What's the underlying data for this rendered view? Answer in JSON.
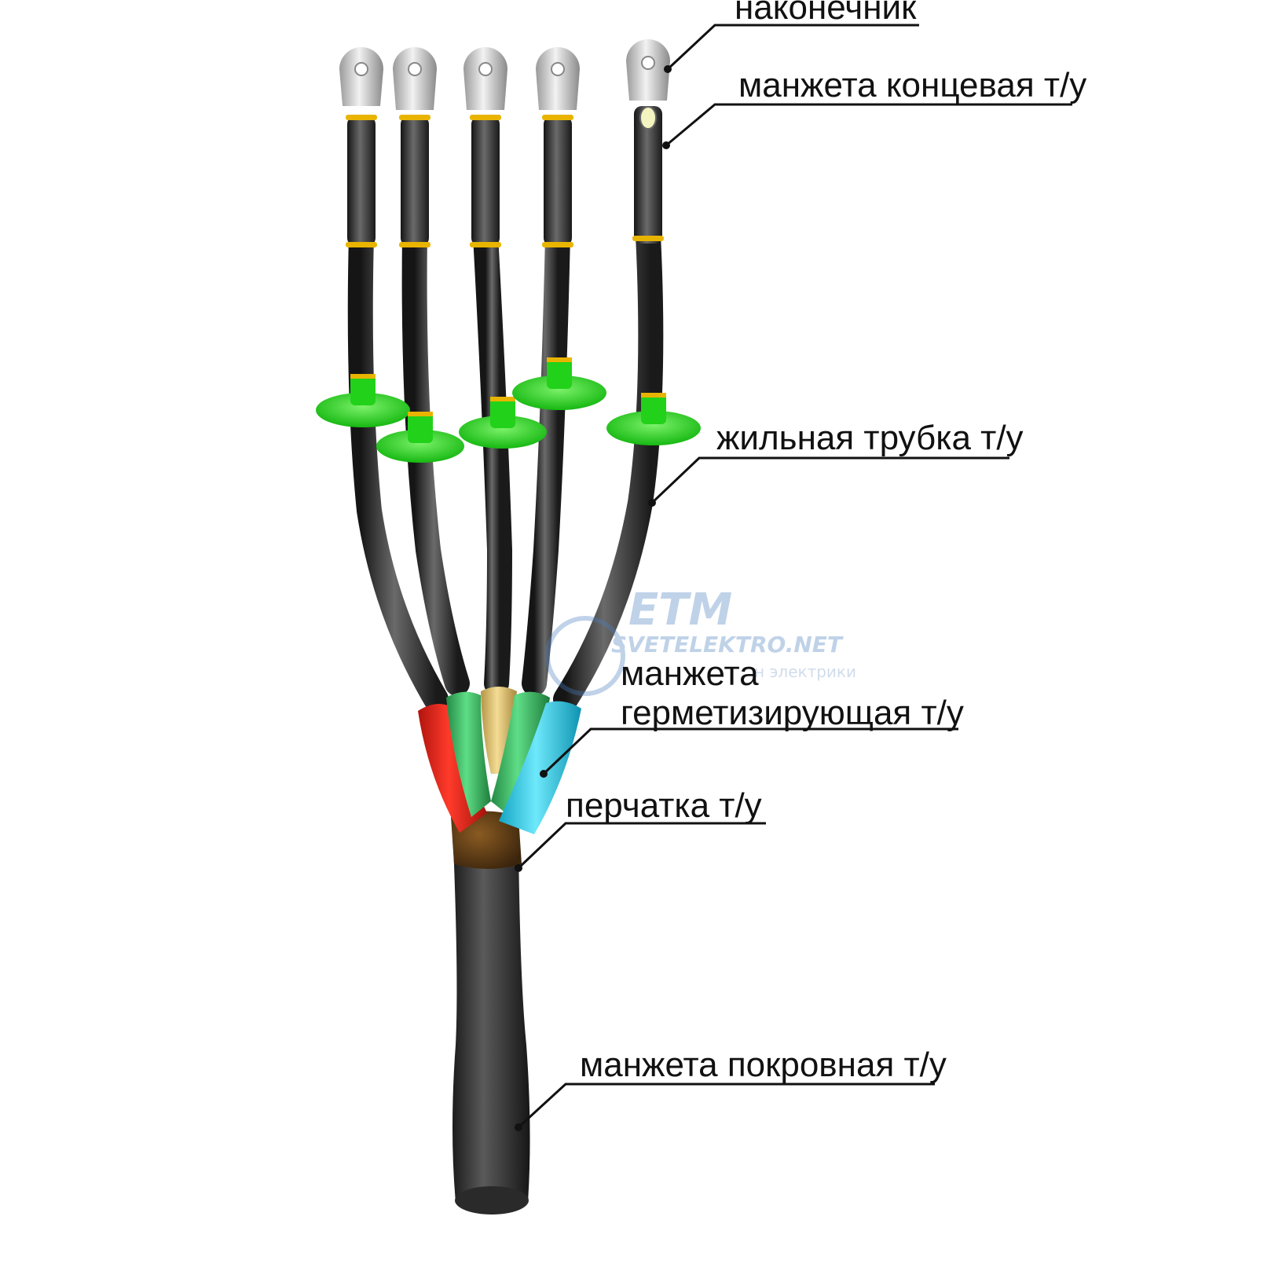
{
  "labels": {
    "lug": "наконечник",
    "end_cuff": "манжета концевая т/у",
    "core_tube": "жильная трубка т/у",
    "sealing_cuff_line1": "манжета",
    "sealing_cuff_line2": "герметизирующая т/у",
    "glove": "перчатка т/у",
    "cover_cuff": "манжета покровная т/у"
  },
  "watermark": {
    "logo": "ETM",
    "site": "SVETELEKTRO.NET",
    "tagline": "н электрики"
  },
  "colors": {
    "cable": "#2b2b2b",
    "skirt": "#22d11a",
    "band": "#e8b400",
    "phase_red": "#e2231a",
    "phase_green": "#3fbf6a",
    "phase_yellow": "#e6c36a",
    "phase_blue": "#2ccdea",
    "glove": "#5a3a14",
    "lug": "#d9d9d9"
  }
}
